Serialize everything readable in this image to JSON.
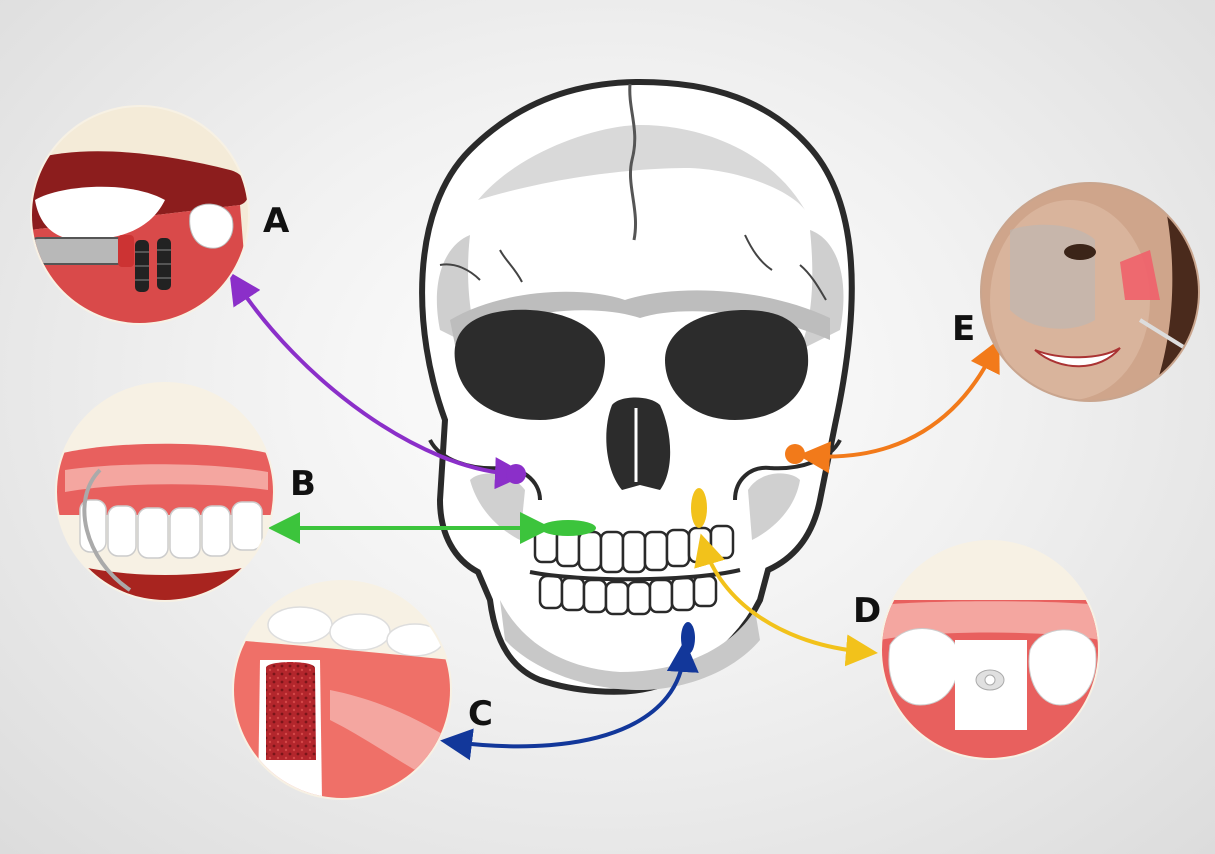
{
  "labels": {
    "a": "A",
    "b": "B",
    "c": "C",
    "d": "D",
    "e": "E"
  },
  "colors": {
    "a": "#8b2fc9",
    "b": "#3cc43c",
    "c": "#12379a",
    "d": "#f2c21b",
    "e": "#f27a1a",
    "gum": "#e8605e",
    "tooth": "#ffffff",
    "bone": "#d8d8d8",
    "skull_outline": "#2a2a2a"
  },
  "icons": {
    "skull": "skull-illustration",
    "a": "dental-implant-inset",
    "b": "gum-disease-inset",
    "c": "bone-graft-inset",
    "d": "tooth-extraction-inset",
    "e": "tmj-face-inset"
  }
}
